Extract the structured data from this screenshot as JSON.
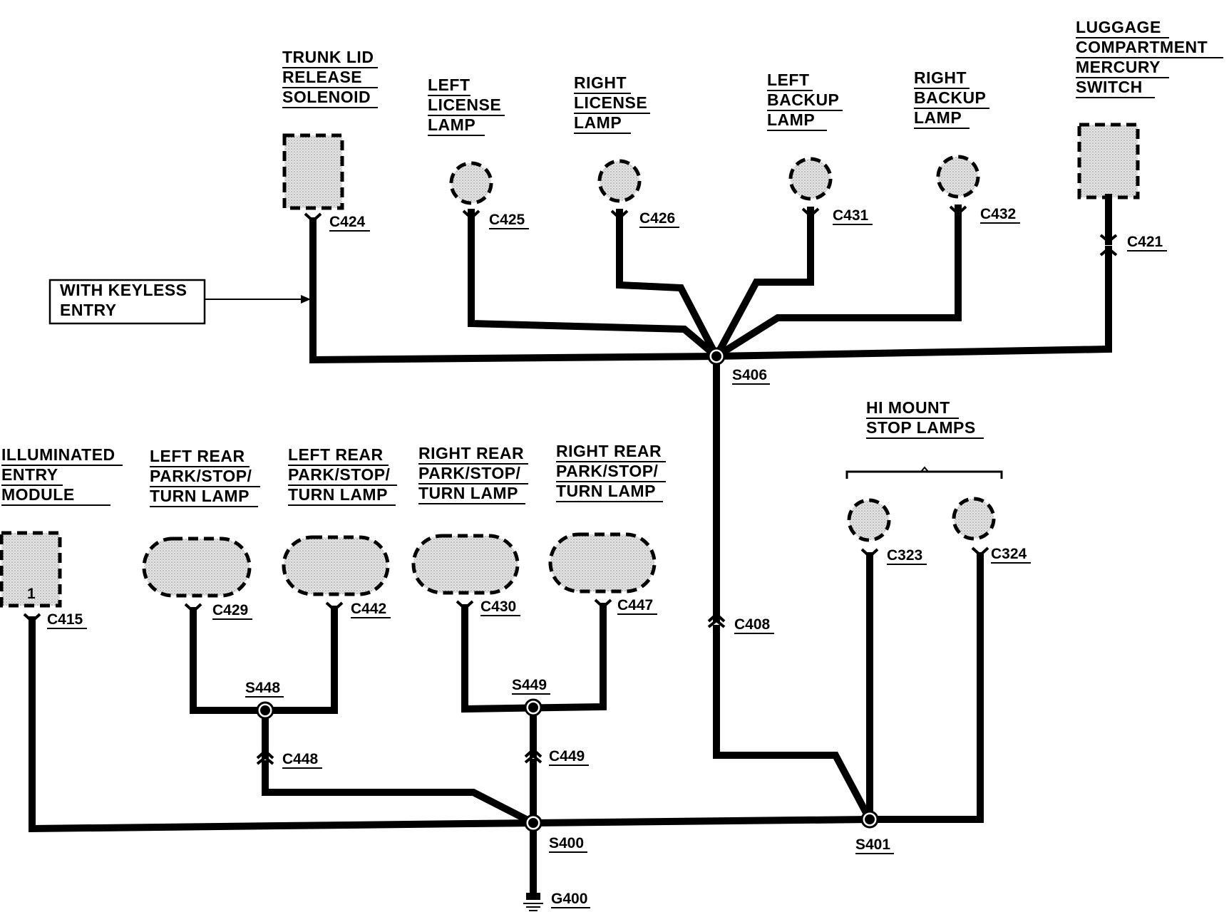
{
  "components": {
    "trunk_lid": [
      "TRUNK LID",
      "RELEASE",
      "SOLENOID"
    ],
    "left_license": [
      "LEFT",
      "LICENSE",
      "LAMP"
    ],
    "right_license": [
      "RIGHT",
      "LICENSE",
      "LAMP"
    ],
    "left_backup": [
      "LEFT",
      "BACKUP",
      "LAMP"
    ],
    "right_backup": [
      "RIGHT",
      "BACKUP",
      "LAMP"
    ],
    "luggage": [
      "LUGGAGE",
      "COMPARTMENT",
      "MERCURY",
      "SWITCH"
    ],
    "illuminated": [
      "ILLUMINATED",
      "ENTRY",
      "MODULE"
    ],
    "left_rear_1": [
      "LEFT REAR",
      "PARK/STOP/",
      "TURN LAMP"
    ],
    "left_rear_2": [
      "LEFT REAR",
      "PARK/STOP/",
      "TURN LAMP"
    ],
    "right_rear_1": [
      "RIGHT REAR",
      "PARK/STOP/",
      "TURN LAMP"
    ],
    "right_rear_2": [
      "RIGHT REAR",
      "PARK/STOP/",
      "TURN LAMP"
    ],
    "hi_mount": [
      "HI MOUNT",
      "STOP LAMPS"
    ]
  },
  "note": [
    "WITH KEYLESS",
    "ENTRY"
  ],
  "pin_label": "1",
  "connectors": {
    "c424": "C424",
    "c425": "C425",
    "c426": "C426",
    "c431": "C431",
    "c432": "C432",
    "c421": "C421",
    "c415": "C415",
    "c429": "C429",
    "c442": "C442",
    "c430": "C430",
    "c447": "C447",
    "c408": "C408",
    "c323": "C323",
    "c324": "C324",
    "c448": "C448",
    "c449": "C449"
  },
  "splices": {
    "s406": "S406",
    "s448": "S448",
    "s449": "S449",
    "s400": "S400",
    "s401": "S401"
  },
  "ground": "G400"
}
